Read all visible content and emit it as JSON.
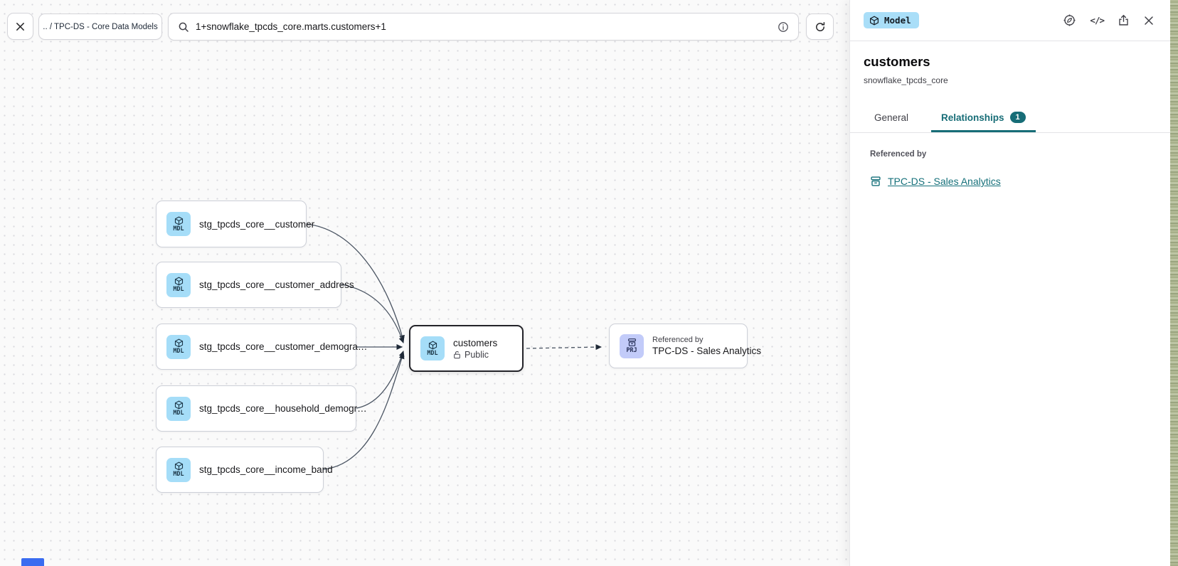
{
  "toolbar": {
    "breadcrumb": ".. / TPC-DS - Core Data Models",
    "search_value": "1+snowflake_tpcds_core.marts.customers+1"
  },
  "panel": {
    "badge_label": "Model",
    "code_icon_glyph": "</>",
    "title": "customers",
    "subtitle": "snowflake_tpcds_core",
    "tabs": {
      "general": "General",
      "relationships": "Relationships",
      "relationships_badge": "1"
    },
    "referenced_by_label": "Referenced by",
    "reference_link_label": "TPC-DS - Sales Analytics"
  },
  "canvas": {
    "upstream_nodes": [
      {
        "badge": "MDL",
        "label": "stg_tpcds_core__customer"
      },
      {
        "badge": "MDL",
        "label": "stg_tpcds_core__customer_address"
      },
      {
        "badge": "MDL",
        "label": "stg_tpcds_core__customer_demogra…"
      },
      {
        "badge": "MDL",
        "label": "stg_tpcds_core__household_demogr…"
      },
      {
        "badge": "MDL",
        "label": "stg_tpcds_core__income_band"
      }
    ],
    "selected_node": {
      "badge": "MDL",
      "label": "customers",
      "visibility": "Public"
    },
    "reference_node": {
      "badge": "PRJ",
      "caption": "Referenced by",
      "label": "TPC-DS - Sales Analytics"
    }
  },
  "colors": {
    "accent_teal": "#176d77",
    "model_chip_bg": "#a5ddf8",
    "project_chip_bg": "#c2cbf9",
    "selected_border": "#232329"
  }
}
